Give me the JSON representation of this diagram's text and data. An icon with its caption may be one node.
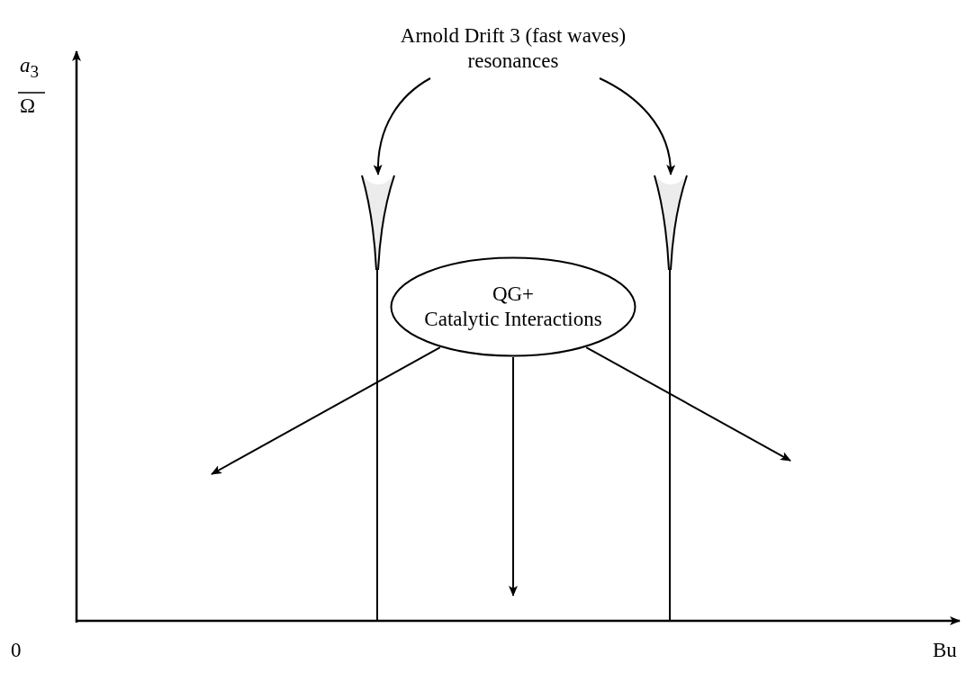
{
  "diagram": {
    "nodes": [
      {
        "text": [
          "Arnold Drift 3 (fast waves) resonances"
        ]
      },
      {
        "text": [],
        "shape": "wedge"
      },
      {
        "text": [],
        "shape": "wedge"
      },
      {
        "text": [
          "QG+",
          "Catalytic Interactions"
        ]
      }
    ],
    "edges": [
      {
        "from": 0,
        "to": 1,
        "arrow": "to"
      },
      {
        "from": 0,
        "to": 2,
        "arrow": "to"
      },
      {
        "from": 3,
        "to": null,
        "arrow": "to"
      },
      {
        "from": 3,
        "to": null,
        "arrow": "to"
      },
      {
        "from": 3,
        "to": null,
        "arrow": "to"
      }
    ],
    "labels": [
      "*a*$_{3}$",
      "Ω",
      "0",
      "Bu"
    ]
  }
}
